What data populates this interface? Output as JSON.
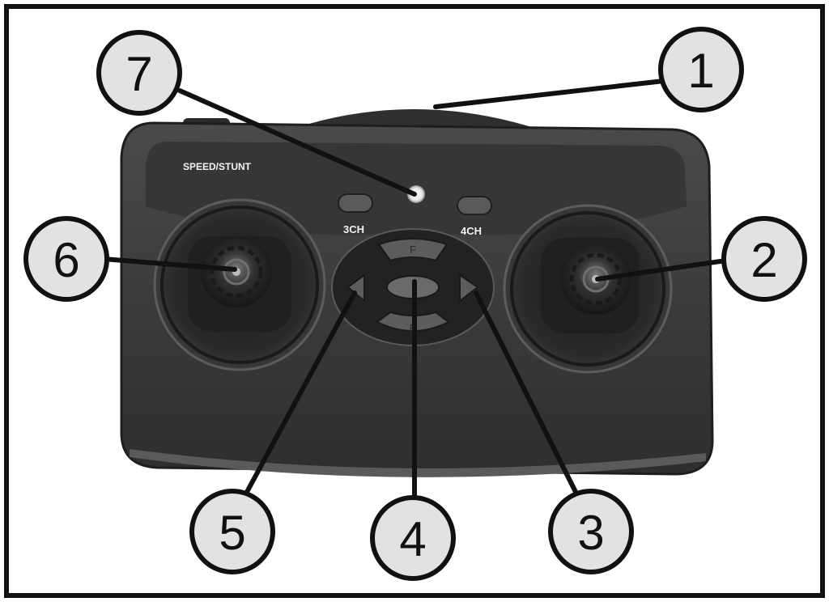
{
  "figure": {
    "labels": {
      "speed_stunt": "SPEED/STUNT",
      "ch3": "3CH",
      "ch4": "4CH",
      "forward": "F",
      "backward": "B"
    },
    "callouts": [
      {
        "number": "1",
        "part": "antenna"
      },
      {
        "number": "2",
        "part": "right-joystick"
      },
      {
        "number": "3",
        "part": "right-arrow-button"
      },
      {
        "number": "4",
        "part": "power-button"
      },
      {
        "number": "5",
        "part": "left-arrow-button"
      },
      {
        "number": "6",
        "part": "left-joystick"
      },
      {
        "number": "7",
        "part": "indicator-led"
      }
    ],
    "colors": {
      "frame": "#111111",
      "body": "#3c3c3c",
      "body_dark": "#262626",
      "callout_fill": "#e2e2e2",
      "leader_line": "#111111",
      "label_text": "#f2f2f2"
    }
  }
}
